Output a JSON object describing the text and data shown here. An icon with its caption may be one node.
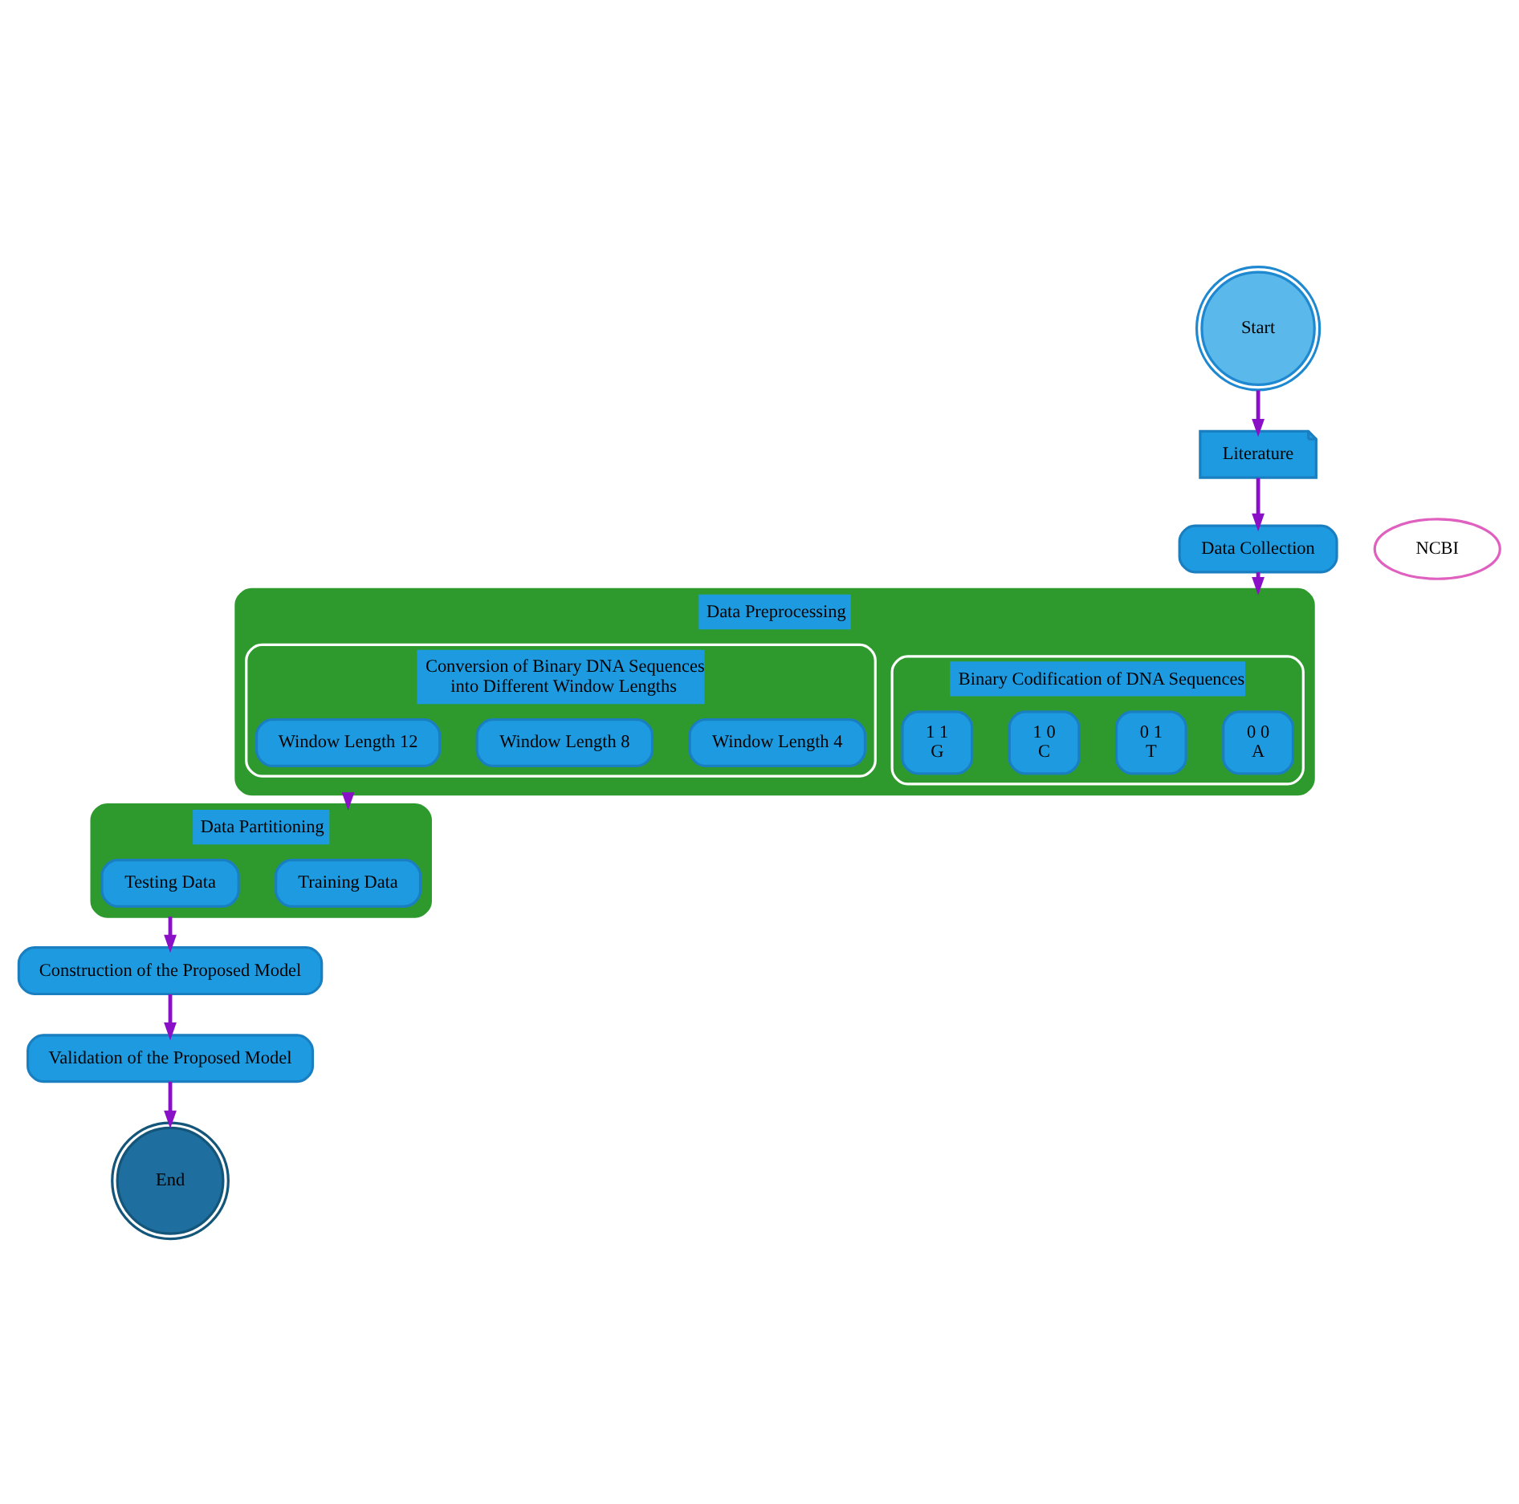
{
  "diagram": {
    "nodes": [
      {
        "text": [
          "Start"
        ]
      },
      {
        "text": [
          "Literature"
        ]
      },
      {
        "text": [
          "NCBI"
        ]
      },
      {
        "text": [
          "Data Collection"
        ]
      },
      {
        "text": [
          "Data Preprocessing"
        ]
      },
      {
        "text": [
          "Binary Codification of DNA Sequences"
        ],
        "in": 4
      },
      {
        "text": [
          "0 0",
          "A"
        ],
        "in": 5
      },
      {
        "text": [
          "0 1",
          "T"
        ],
        "in": 5
      },
      {
        "text": [
          "1 0",
          "C"
        ],
        "in": 5
      },
      {
        "text": [
          "1 1",
          "G"
        ],
        "in": 5
      },
      {
        "text": [
          "Conversion of Binary DNA Sequences into Different Window Lengths"
        ],
        "in": 4
      },
      {
        "text": [
          "Window Length 4"
        ],
        "in": 10
      },
      {
        "text": [
          "Window Length 8"
        ],
        "in": 10
      },
      {
        "text": [
          "Window Length 12"
        ],
        "in": 10
      },
      {
        "text": [
          "Data Partitioning"
        ]
      },
      {
        "text": [
          "Training Data"
        ],
        "in": 14
      },
      {
        "text": [
          "Testing Data"
        ],
        "in": 14
      },
      {
        "text": [
          "Construction of the Proposed Model"
        ]
      },
      {
        "text": [
          "Validation of the Proposed Model"
        ]
      },
      {
        "text": [
          "End"
        ]
      }
    ],
    "edges": [
      {
        "from": 0,
        "to": 1,
        "arrow": "to"
      },
      {
        "from": 1,
        "to": 3,
        "arrow": "to"
      },
      {
        "from": 3,
        "to": 4,
        "arrow": "to"
      },
      {
        "from": 4,
        "to": 14,
        "arrow": "to"
      },
      {
        "from": 14,
        "to": 17,
        "arrow": "to"
      },
      {
        "from": 17,
        "to": 18,
        "arrow": "to"
      },
      {
        "from": 18,
        "to": 19,
        "arrow": "to"
      }
    ]
  }
}
